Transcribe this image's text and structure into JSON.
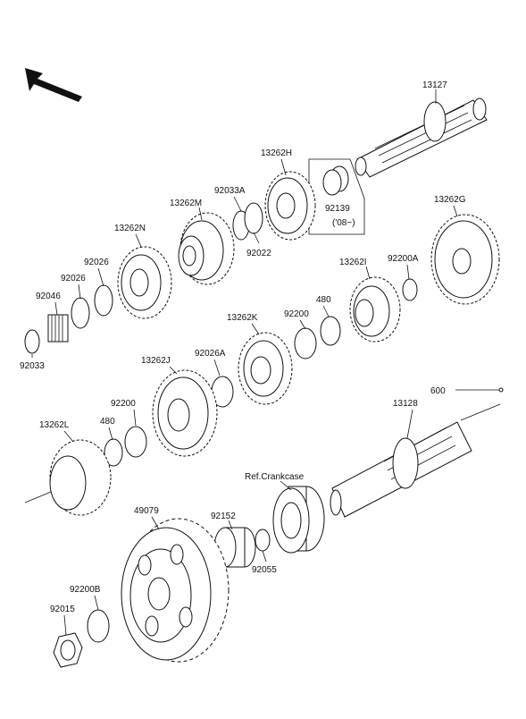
{
  "diagram": {
    "labels": {
      "p13127": "13127",
      "p13262H": "13262H",
      "p92033A": "92033A",
      "p13262M": "13262M",
      "p92139": "92139",
      "p08": "('08~)",
      "p92022": "92022",
      "p13262G": "13262G",
      "p13262N": "13262N",
      "p92026a": "92026",
      "p92026b": "92026",
      "p92046": "92046",
      "p13262I": "13262I",
      "p92200A": "92200A",
      "p480a": "480",
      "p92200a": "92200",
      "p13262K": "13262K",
      "p92033": "92033",
      "p92026A": "92026A",
      "p13262J": "13262J",
      "p600": "600",
      "p92200b": "92200",
      "p480b": "480",
      "p13128": "13128",
      "p13262L": "13262L",
      "pRef": "Ref.Crankcase",
      "p49079": "49079",
      "p92152": "92152",
      "p92055": "92055",
      "p92200B": "92200B",
      "p92015": "92015"
    }
  }
}
